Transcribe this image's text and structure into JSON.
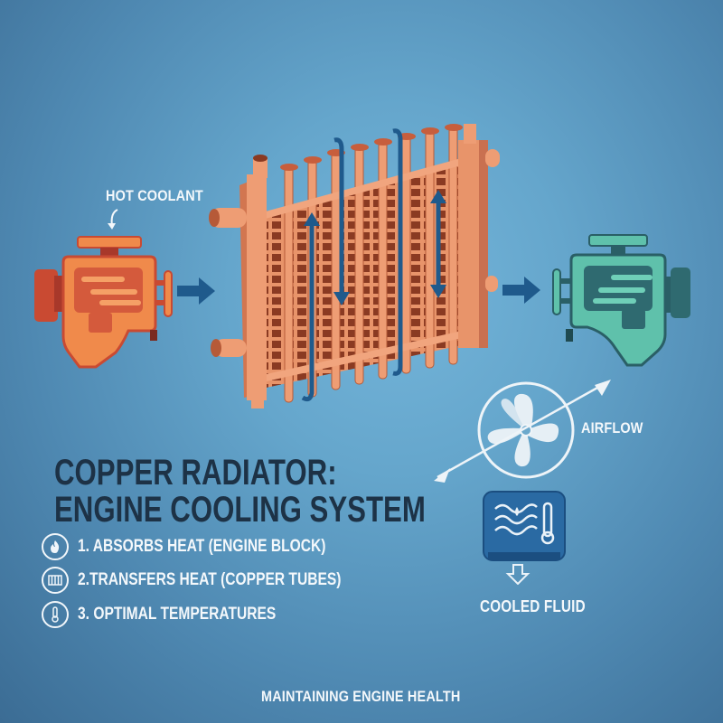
{
  "title": {
    "line1": "COPPER RADIATOR:",
    "line2": "ENGINE COOLING SYSTEM"
  },
  "labels": {
    "hot_coolant": "HOT COOLANT",
    "airflow": "AIRFLOW",
    "cooled_fluid": "COOLED FLUID",
    "footer": "MAINTAINING ENGINE HEALTH"
  },
  "steps": [
    {
      "icon": "flame-icon",
      "text": "1. ABSORBS HEAT (ENGINE BLOCK)"
    },
    {
      "icon": "radiator-icon",
      "text": "2.TRANSFERS HEAT (COPPER TUBES)"
    },
    {
      "icon": "thermometer-icon",
      "text": "3. OPTIMAL TEMPERATURES"
    }
  ],
  "components": {
    "hot_engine": "hot-engine",
    "radiator": "copper-radiator",
    "cool_engine": "cooled-engine",
    "fan": "fan",
    "reservoir": "coolant-reservoir"
  },
  "colors": {
    "hot_engine": "#f08a4b",
    "hot_engine_dark": "#c94a32",
    "cool_engine": "#5fc1ab",
    "cool_engine_dark": "#2a5f66",
    "copper": "#e8946a",
    "copper_dark": "#8a3a22",
    "arrow_blue": "#1f5a8c",
    "title_dark": "#1d3246"
  }
}
